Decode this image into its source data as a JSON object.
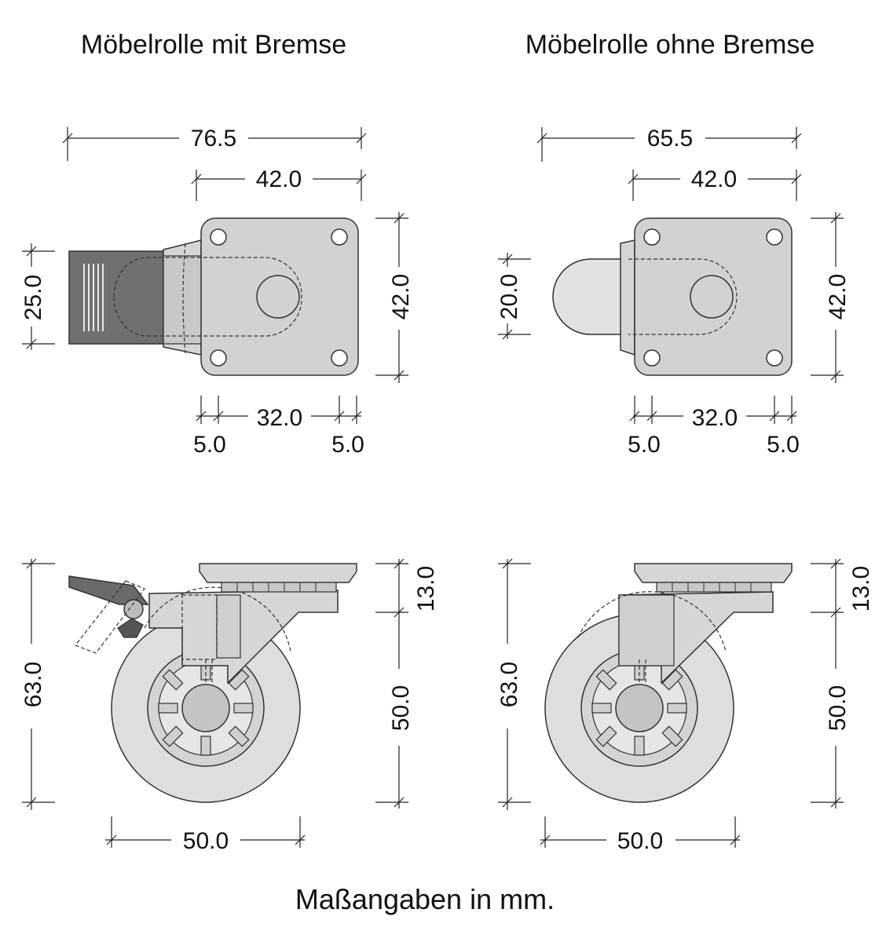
{
  "titles": {
    "left": "Möbelrolle mit Bremse",
    "right": "Möbelrolle ohne Bremse"
  },
  "top_left": {
    "overall_width": "76.5",
    "plate_width": "42.0",
    "plate_height": "42.0",
    "brake_height": "25.0",
    "hole_spacing": "32.0",
    "margin_left": "5.0",
    "margin_right": "5.0"
  },
  "top_right": {
    "overall_width": "65.5",
    "plate_width": "42.0",
    "plate_height": "42.0",
    "wheel_height": "20.0",
    "hole_spacing": "32.0",
    "margin_left": "5.0",
    "margin_right": "5.0"
  },
  "side_left": {
    "total_height": "63.0",
    "plate_height": "13.0",
    "wheel_diameter_v": "50.0",
    "wheel_diameter_h": "50.0"
  },
  "side_right": {
    "total_height": "63.0",
    "plate_height": "13.0",
    "wheel_diameter_v": "50.0",
    "wheel_diameter_h": "50.0"
  },
  "footer": "Maßangaben in mm.",
  "colors": {
    "plate": "#d2d2d2",
    "brake_pedal": "#707070",
    "wheel": "#dedede",
    "line": "#333333"
  }
}
